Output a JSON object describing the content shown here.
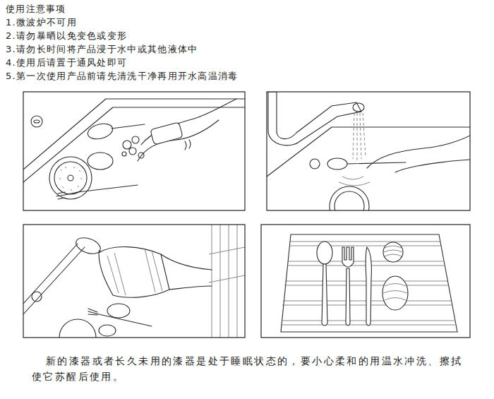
{
  "diagram": {
    "title": "使用注意事项",
    "labels": [
      "1.微波炉不可用",
      "2.请勿暴晒以免变色或变形",
      "3.请勿长时间将产品浸于水中或其他液体中",
      "4.使用后请置于通风处即可",
      "5.第一次使用产品前请先清洗干净再用开水高温消毒"
    ],
    "caption": "新的漆器或者长久未用的漆器是处于睡眠状态的，要小心柔和的用温水冲洗、擦拭 使它苏醒后使用。"
  }
}
